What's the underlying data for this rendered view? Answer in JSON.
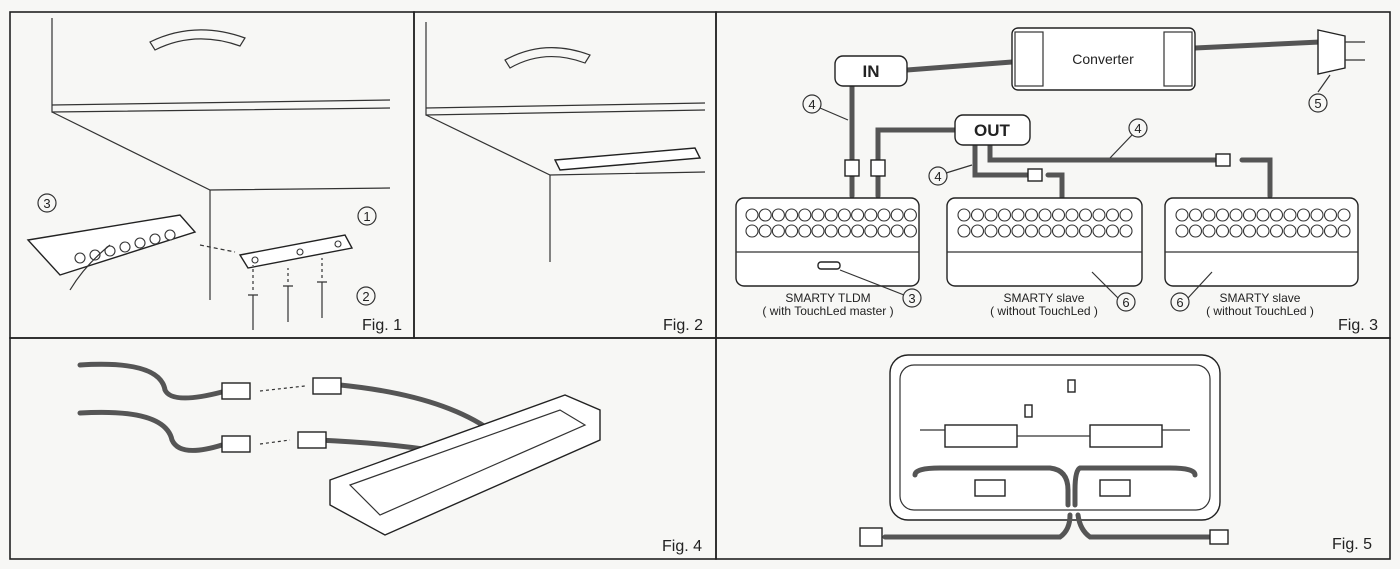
{
  "figures": {
    "fig1": {
      "label": "Fig. 1",
      "callouts": [
        "3",
        "1",
        "2"
      ]
    },
    "fig2": {
      "label": "Fig. 2"
    },
    "fig3": {
      "label": "Fig. 3",
      "converter": "Converter",
      "in_box": "IN",
      "out_box": "OUT",
      "callouts": {
        "cable_a": "4",
        "cable_b": "4",
        "cable_c": "4",
        "plug": "5",
        "touch": "3",
        "slave1": "6",
        "slave2": "6"
      },
      "devices": [
        {
          "name": "SMARTY TLDM",
          "sub": "( with TouchLed master )"
        },
        {
          "name": "SMARTY slave",
          "sub": "( without TouchLed )"
        },
        {
          "name": "SMARTY slave",
          "sub": "( without TouchLed )"
        }
      ]
    },
    "fig4": {
      "label": "Fig. 4"
    },
    "fig5": {
      "label": "Fig. 5"
    }
  },
  "colors": {
    "ink": "#222222",
    "paper": "#f7f7f5",
    "cable": "#555555"
  }
}
